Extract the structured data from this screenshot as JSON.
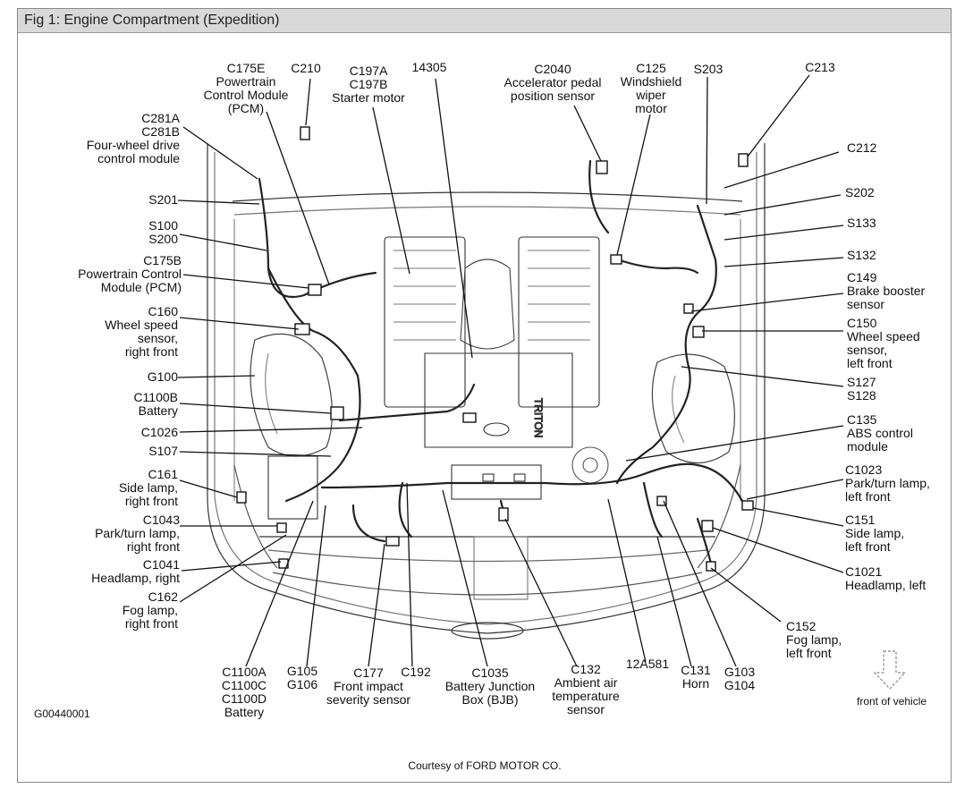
{
  "title": "Fig 1: Engine Compartment (Expedition)",
  "figure_id": "G00440001",
  "credit": "Courtesy of FORD MOTOR CO.",
  "front_label": "front of vehicle",
  "callouts": [
    {
      "id": "c175e",
      "lines": [
        "C175E",
        "Powertrain",
        "Control Module",
        "(PCM)"
      ]
    },
    {
      "id": "c210",
      "lines": [
        "C210"
      ]
    },
    {
      "id": "c197",
      "lines": [
        "C197A",
        "C197B",
        "Starter motor"
      ]
    },
    {
      "id": "14305",
      "lines": [
        "14305"
      ]
    },
    {
      "id": "c2040",
      "lines": [
        "C2040",
        "Accelerator pedal",
        "position sensor"
      ]
    },
    {
      "id": "c125",
      "lines": [
        "C125",
        "Windshield",
        "wiper",
        "motor"
      ]
    },
    {
      "id": "s203",
      "lines": [
        "S203"
      ]
    },
    {
      "id": "c213",
      "lines": [
        "C213"
      ]
    },
    {
      "id": "c281",
      "lines": [
        "C281A",
        "C281B",
        "Four-wheel drive",
        "control module"
      ]
    },
    {
      "id": "s201",
      "lines": [
        "S201"
      ]
    },
    {
      "id": "s100",
      "lines": [
        "S100",
        "S200"
      ]
    },
    {
      "id": "c175b",
      "lines": [
        "C175B",
        "Powertrain Control",
        "Module (PCM)"
      ]
    },
    {
      "id": "c160",
      "lines": [
        "C160",
        "Wheel speed",
        "sensor,",
        "right front"
      ]
    },
    {
      "id": "g100",
      "lines": [
        "G100"
      ]
    },
    {
      "id": "c1100b",
      "lines": [
        "C1100B",
        "Battery"
      ]
    },
    {
      "id": "c1026",
      "lines": [
        "C1026"
      ]
    },
    {
      "id": "s107",
      "lines": [
        "S107"
      ]
    },
    {
      "id": "c161",
      "lines": [
        "C161",
        "Side lamp,",
        "right front"
      ]
    },
    {
      "id": "c1043",
      "lines": [
        "C1043",
        "Park/turn lamp,",
        "right front"
      ]
    },
    {
      "id": "c1041",
      "lines": [
        "C1041",
        "Headlamp, right"
      ]
    },
    {
      "id": "c162",
      "lines": [
        "C162",
        "Fog lamp,",
        "right front"
      ]
    },
    {
      "id": "c1100a",
      "lines": [
        "C1100A",
        "C1100C",
        "C1100D",
        "Battery"
      ]
    },
    {
      "id": "g105",
      "lines": [
        "G105",
        "G106"
      ]
    },
    {
      "id": "c177",
      "lines": [
        "C177",
        "Front impact",
        "severity sensor"
      ]
    },
    {
      "id": "c192",
      "lines": [
        "C192"
      ]
    },
    {
      "id": "c1035",
      "lines": [
        "C1035",
        "Battery Junction",
        "Box (BJB)"
      ]
    },
    {
      "id": "c132",
      "lines": [
        "C132",
        "Ambient air",
        "temperature",
        "sensor"
      ]
    },
    {
      "id": "12a581",
      "lines": [
        "12A581"
      ]
    },
    {
      "id": "c131",
      "lines": [
        "C131",
        "Horn"
      ]
    },
    {
      "id": "g103",
      "lines": [
        "G103",
        "G104"
      ]
    },
    {
      "id": "c152",
      "lines": [
        "C152",
        "Fog lamp,",
        "left front"
      ]
    },
    {
      "id": "c212",
      "lines": [
        "C212"
      ]
    },
    {
      "id": "s202",
      "lines": [
        "S202"
      ]
    },
    {
      "id": "s133",
      "lines": [
        "S133"
      ]
    },
    {
      "id": "s132",
      "lines": [
        "S132"
      ]
    },
    {
      "id": "c149",
      "lines": [
        "C149",
        "Brake booster",
        "sensor"
      ]
    },
    {
      "id": "c150",
      "lines": [
        "C150",
        "Wheel speed",
        "sensor,",
        "left front"
      ]
    },
    {
      "id": "s127",
      "lines": [
        "S127",
        "S128"
      ]
    },
    {
      "id": "c135",
      "lines": [
        "C135",
        "ABS control",
        "module"
      ]
    },
    {
      "id": "c1023",
      "lines": [
        "C1023",
        "Park/turn lamp,",
        "left front"
      ]
    },
    {
      "id": "c151",
      "lines": [
        "C151",
        "Side lamp,",
        "left front"
      ]
    },
    {
      "id": "c1021",
      "lines": [
        "C1021",
        "Headlamp, left"
      ]
    }
  ]
}
